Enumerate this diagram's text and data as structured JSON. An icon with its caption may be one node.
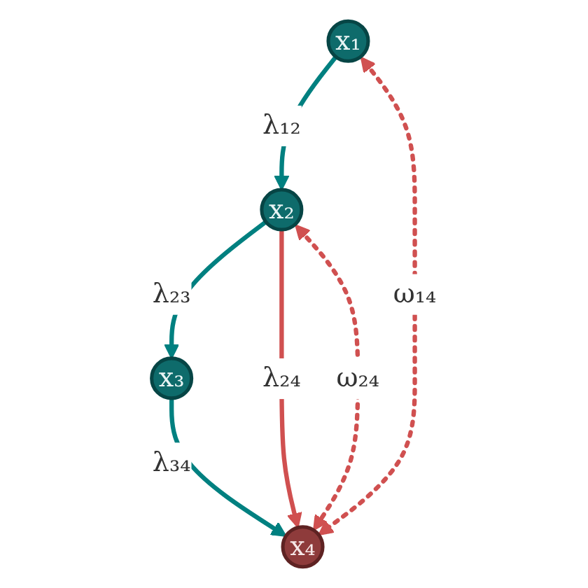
{
  "diagram": {
    "nodes": [
      {
        "text": [
          "x₁"
        ]
      },
      {
        "text": [
          "x₂"
        ]
      },
      {
        "text": [
          "x₃"
        ]
      },
      {
        "text": [
          "x₄"
        ]
      }
    ],
    "edges": [
      {
        "from": 0,
        "to": 1,
        "arrow": "to",
        "label": "λ₁₂",
        "color": "#008080"
      },
      {
        "from": 1,
        "to": 2,
        "arrow": "to",
        "label": "λ₂₃",
        "color": "#008080"
      },
      {
        "from": 2,
        "to": 3,
        "arrow": "to",
        "label": "λ₃₄",
        "color": "#008080"
      },
      {
        "from": 1,
        "to": 3,
        "arrow": "to",
        "label": "λ₂₄",
        "color": "#d05050"
      },
      {
        "from": 0,
        "to": 3,
        "arrow": "both",
        "label": "ω₁₄",
        "style": "dashed",
        "color": "#d05050"
      },
      {
        "from": 1,
        "to": 3,
        "arrow": "both",
        "label": "ω₂₄",
        "style": "dashed",
        "color": "#d05050"
      }
    ]
  }
}
